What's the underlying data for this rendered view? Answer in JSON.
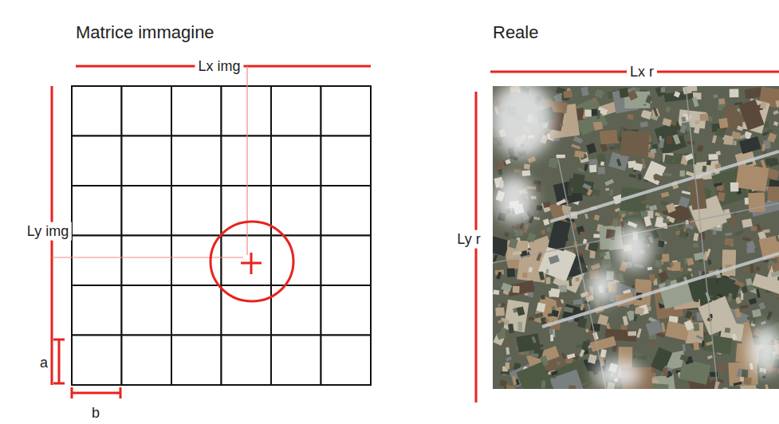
{
  "diagram": {
    "labels": [
      "Matrice immagine",
      "Reale",
      "Lx img",
      "Ly img",
      "a",
      "b",
      "Lx r",
      "Ly r"
    ]
  }
}
